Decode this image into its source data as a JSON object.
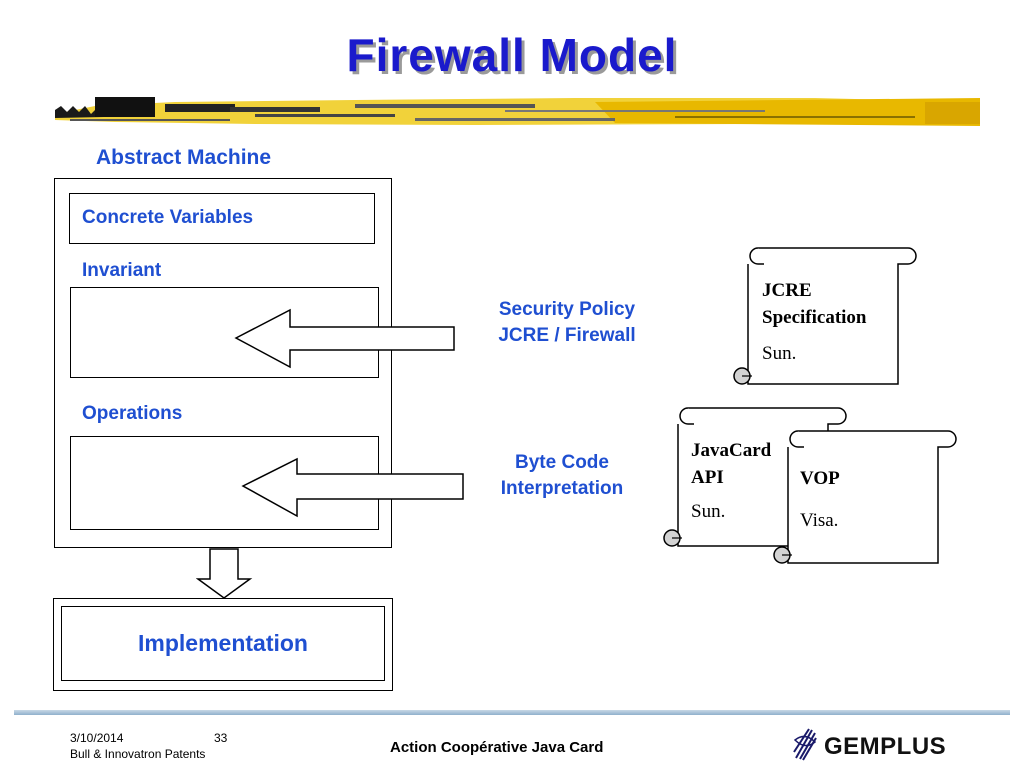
{
  "title": "Firewall Model",
  "abstract_machine": {
    "heading": "Abstract Machine",
    "concrete_variables": "Concrete Variables",
    "invariant": "Invariant",
    "operations": "Operations"
  },
  "implementation": "Implementation",
  "arrows": {
    "security_policy": [
      "Security Policy",
      "JCRE / Firewall"
    ],
    "byte_code": [
      "Byte Code",
      "Interpretation"
    ]
  },
  "scrolls": {
    "jcre": {
      "title": [
        "JCRE",
        "Specification"
      ],
      "source": "Sun."
    },
    "javacard": {
      "title": [
        "JavaCard",
        "API"
      ],
      "source": "Sun."
    },
    "vop": {
      "title": "VOP",
      "source": "Visa."
    }
  },
  "footer": {
    "date": "3/10/2014",
    "page": "33",
    "patents": "Bull & Innovatron Patents",
    "center": "Action Coopérative Java Card",
    "logo": "GEMPLUS"
  },
  "colors": {
    "title": "#1a1acc",
    "label_blue": "#1f4fd1",
    "brush_yellow": "#e8c100",
    "footer_line": "#8fb0cc"
  }
}
